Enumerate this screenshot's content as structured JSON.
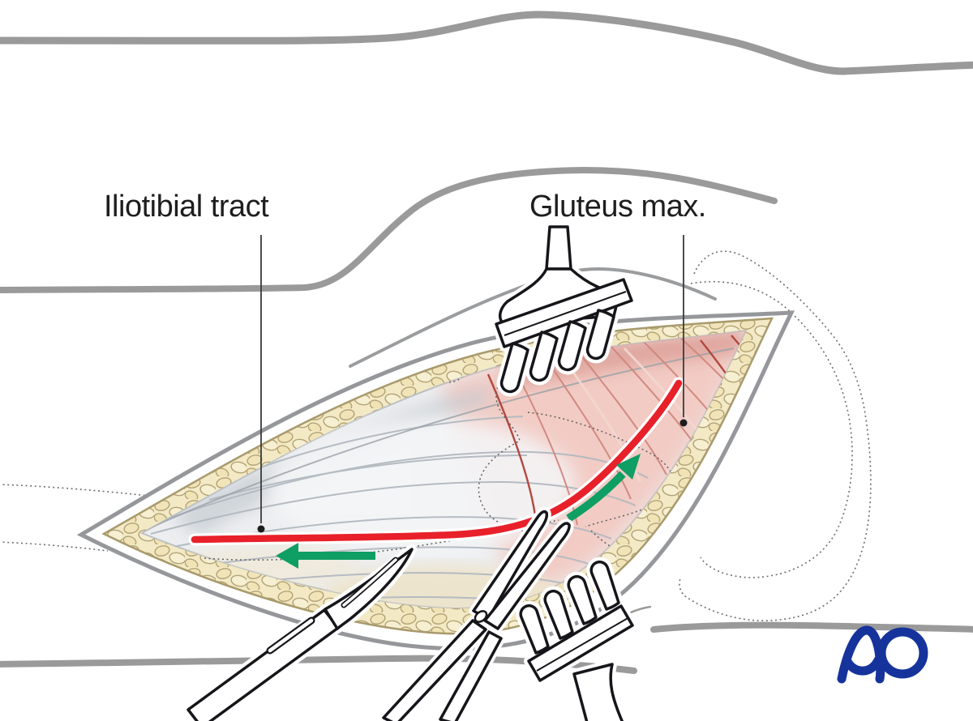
{
  "figure": {
    "labels": {
      "iliotibial": "Iliotibial tract",
      "gluteus": "Gluteus max."
    },
    "logo": {
      "text": "AO",
      "color": "#16339c"
    },
    "colors": {
      "incision_red": "#e8202a",
      "arrow_green": "#0f9e63",
      "body_contour_gray": "#9a9a9a",
      "fat_tissue": "#f3e9c5",
      "muscle_pink": "#f2cbc4",
      "tract_gray": "#eceef0",
      "label_text": "#1e1e1e"
    },
    "annotations": {
      "incision_line": "incision-line",
      "arrow_left": "arrow-distal",
      "arrow_right": "arrow-proximal"
    },
    "instruments": [
      "rake-retractor-top",
      "rake-retractor-bottom",
      "scalpel",
      "scissors"
    ]
  }
}
